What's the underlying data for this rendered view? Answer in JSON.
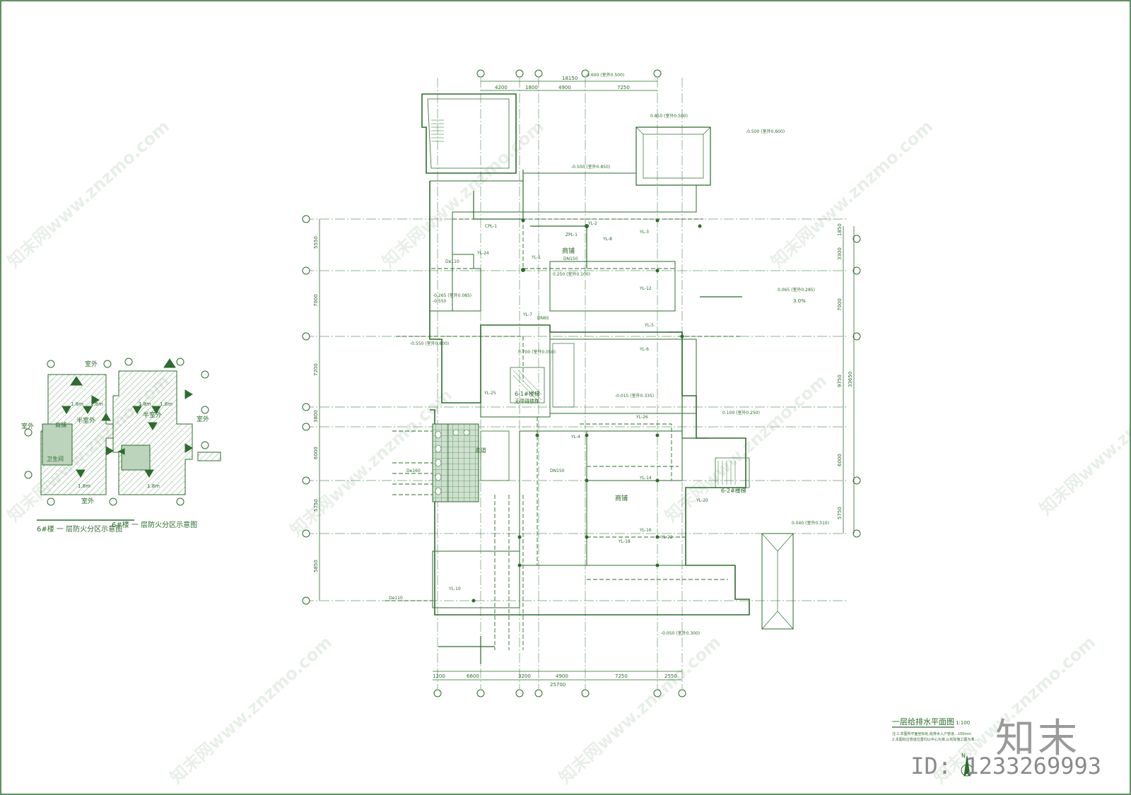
{
  "drawing": {
    "title": "一层给排水平面图",
    "scale": "1:100",
    "notes": [
      "注:1.本图所平面坐标处,给排水入户管道...100mm",
      "2.本图标注管道位置均以中心为准,以实际施工图为准..."
    ],
    "inset_title": "6#楼 一 层防火分区示意图",
    "inset_labels": {
      "outdoor": "室外",
      "half_outdoor": "半室外",
      "toilet": "卫生间",
      "store": "商铺",
      "dim_18": "1.8m"
    },
    "room_labels": {
      "shop": "商铺",
      "stair": "6-1#楼梯",
      "stair2": "6-2#楼梯",
      "corridor": "走道",
      "accessible": "无障碍楼梯"
    },
    "top_dims": [
      "4200",
      "1800",
      "4900",
      "7250"
    ],
    "top_total": "18150",
    "bottom_dims": [
      "1200",
      "6600",
      "3200",
      "4900",
      "7250",
      "2550"
    ],
    "bottom_total": "25700",
    "left_dims": [
      "5550",
      "7000",
      "7200",
      "3800",
      "6000",
      "5750",
      "5850"
    ],
    "right_dims": [
      "1850",
      "3300",
      "7000",
      "9750",
      "6000",
      "5750"
    ],
    "right_total": "33650",
    "pipe_labels": [
      "YL-1",
      "YL-2",
      "YL-3",
      "YL-4",
      "YL-5",
      "YL-6",
      "YL-7",
      "YL-8",
      "YL-10",
      "YL-12",
      "YL-14",
      "YL-16",
      "YL-18",
      "YL-20",
      "YL-22",
      "YL-24",
      "YL-25",
      "YL-26",
      "CPL-1",
      "ZPL-1"
    ],
    "dn_labels": [
      "DN150",
      "DN65",
      "DN150",
      "De110",
      "De160",
      "De110"
    ],
    "elevations": [
      "-0.600 (室外0.500)",
      "0.850 (室外0.500)",
      "-0.500 (室外0.600)",
      "-0.500 (室外0.850)",
      "-0.265 (室外0.085)",
      "-0.550",
      "0.250 (室外0.100)",
      "-0.015 (室外0.335)",
      "0.100 (室外0.250)",
      "0.040 (室外0.310)",
      "-0.050 (室外0.300)",
      "0.700 (室外0.050)",
      "-0.550 (室外0.800)",
      "0.065 (室外0.285)"
    ],
    "slope": "3.0%",
    "north": "N"
  },
  "watermark": {
    "text": "知末网www.znzmo.com",
    "brand": "知末",
    "id": "ID: 1233269993"
  },
  "colors": {
    "ink": "#2e6b2e",
    "hatch": "#7aa67a",
    "background": "#ffffff"
  }
}
